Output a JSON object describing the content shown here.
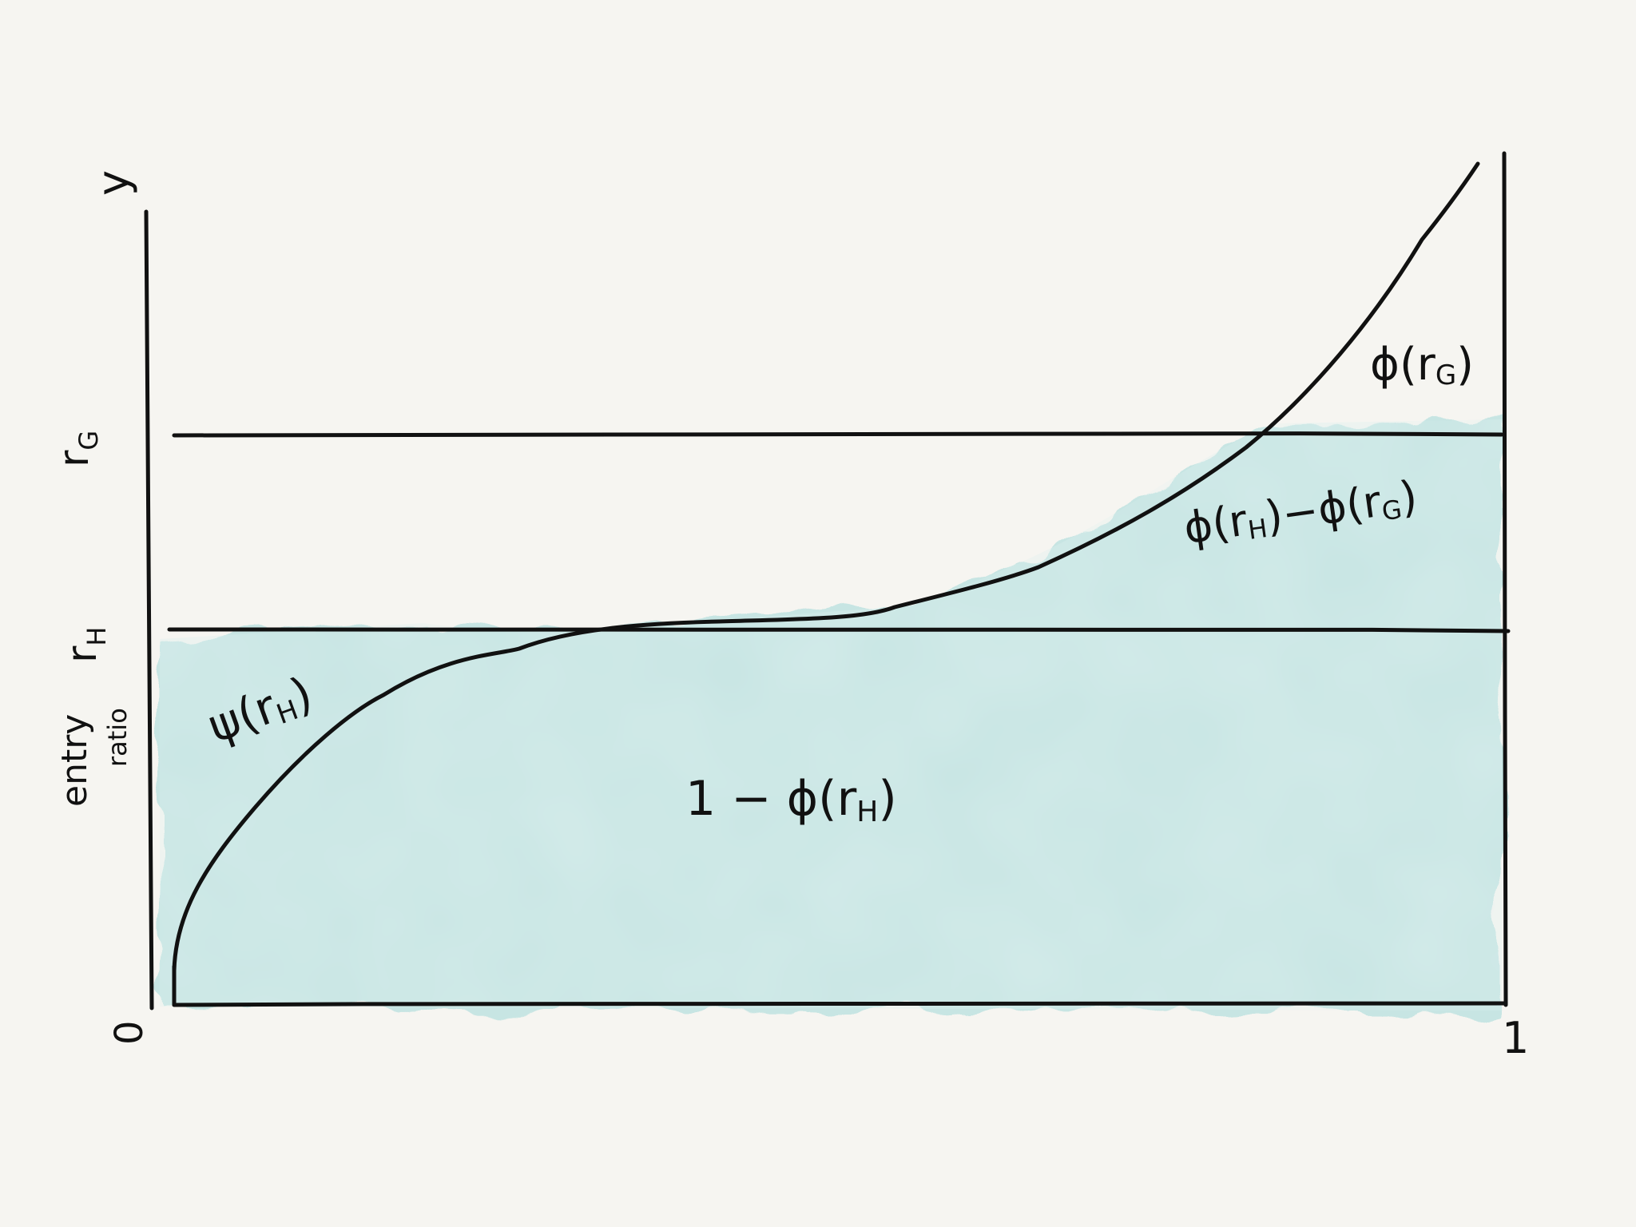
{
  "axis": {
    "y_label_top": "y",
    "y_label_side_1": "entry",
    "y_label_side_2": "ratio",
    "x_origin": "0",
    "x_end": "1"
  },
  "levels": {
    "r_g": "r",
    "r_g_sub": "G",
    "r_h": "r",
    "r_h_sub": "H"
  },
  "regions": {
    "top": "ϕ(r",
    "top_sub": "G",
    "top_close": ")",
    "middle": "ϕ(r",
    "middle_sub1": "H",
    "middle_mid": ")−ϕ(r",
    "middle_sub2": "G",
    "middle_close": ")",
    "left": "ψ(r",
    "left_sub": "H",
    "left_close": ")",
    "bottom": "1 − ϕ(r",
    "bottom_sub": "H",
    "bottom_close": ")"
  },
  "colors": {
    "background": "#f6f5f1",
    "fill": "#bfe3e1",
    "ink": "#111111"
  }
}
